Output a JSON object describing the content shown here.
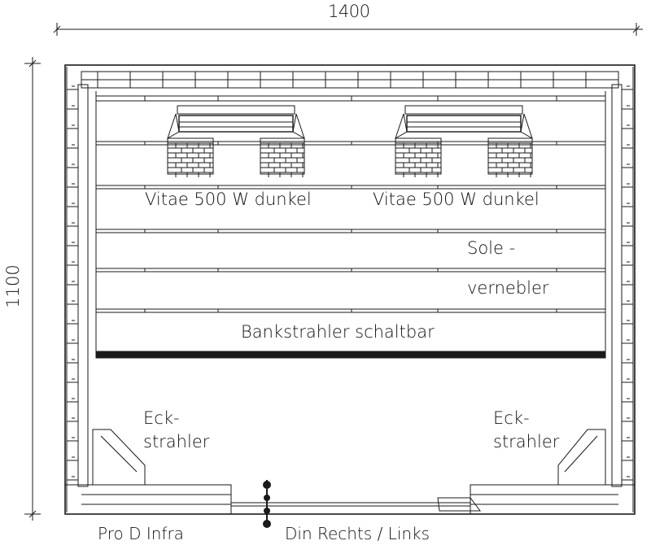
{
  "dimensions": {
    "width_label": "1400",
    "height_label": "1100"
  },
  "labels": {
    "heater_left": "Vitae 500 W dunkel",
    "heater_right": "Vitae 500 W dunkel",
    "sole_line1": "Sole -",
    "sole_line2": "vernebler",
    "bench": "Bankstrahler schaltbar",
    "corner_left_line1": "Eck-",
    "corner_left_line2": "strahler",
    "corner_right_line1": "Eck-",
    "corner_right_line2": "strahler",
    "model": "Pro D Infra",
    "door": "Din Rechts / Links"
  },
  "colors": {
    "line": "#1a1a1a",
    "background": "#ffffff"
  }
}
